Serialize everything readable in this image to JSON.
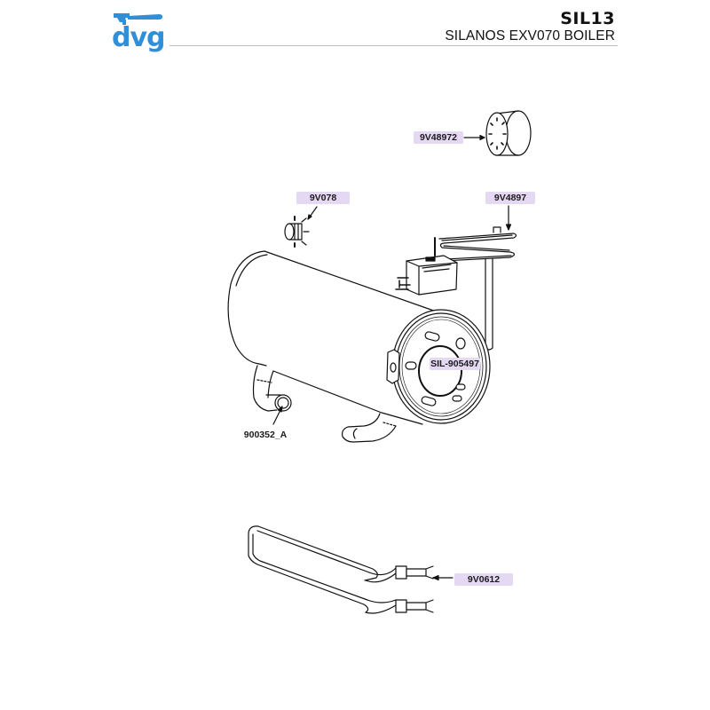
{
  "brand": {
    "logo_text": "dvg",
    "logo_icon": "portafilter-icon",
    "accent_color": "#2f8fd8"
  },
  "header": {
    "code": "SIL13",
    "title": "SILANOS EXV070 BOILER"
  },
  "label_color": "#e5d8f3",
  "parts": [
    {
      "id": "9V48972",
      "description": "control-knob"
    },
    {
      "id": "9V078",
      "description": "safety-thermostat"
    },
    {
      "id": "9V4897",
      "description": "capillary-thermostat"
    },
    {
      "id": "SIL-905497",
      "description": "boiler-end-gasket"
    },
    {
      "id": "900352_A",
      "description": "boiler-tank"
    },
    {
      "id": "9V0612",
      "description": "heating-element"
    }
  ]
}
